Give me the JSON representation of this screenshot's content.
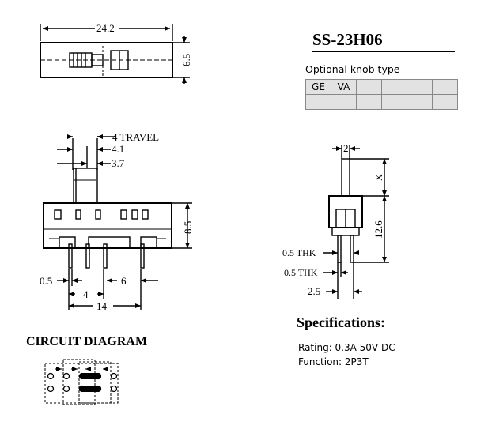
{
  "part_number": "SS-23H06",
  "knob": {
    "label": "Optional knob type",
    "columns": [
      "GE",
      "VA",
      "",
      "",
      "",
      ""
    ]
  },
  "top_view": {
    "dim_length": "24.2",
    "dim_height": "6.5"
  },
  "side_view": {
    "travel": "4 TRAVEL",
    "dim_4_1": "4.1",
    "dim_3_7": "3.7",
    "dim_8_5": "8.5",
    "dim_0_5": "0.5",
    "dim_6": "6",
    "dim_4": "4",
    "dim_14": "14"
  },
  "end_view": {
    "dim_2": "2",
    "dim_x": "X",
    "dim_12_6": "12.6",
    "thk_upper": "0.5 THK",
    "thk_lower": "0.5 THK",
    "dim_2_5": "2.5"
  },
  "specifications": {
    "title": "Specifications:",
    "rating": "Rating: 0.3A 50V DC",
    "function": "Function: 2P3T"
  },
  "circuit": {
    "title": "CIRCUIT DIAGRAM"
  }
}
